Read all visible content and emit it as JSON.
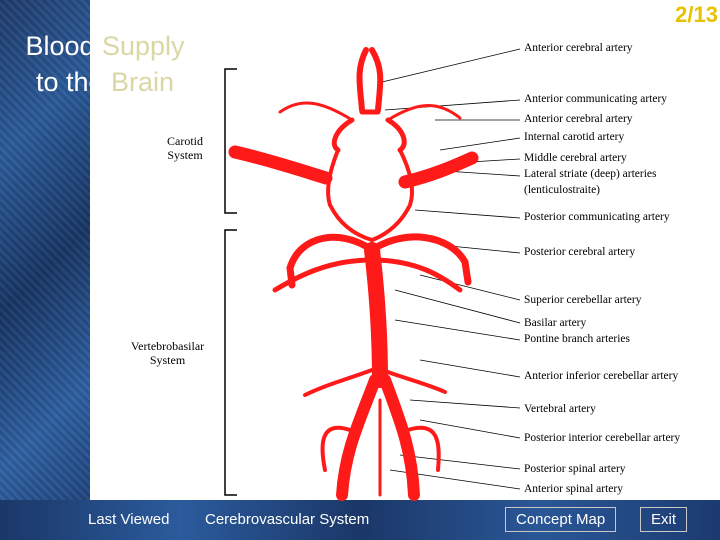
{
  "slide": {
    "title_plain_1": "Blood ",
    "title_hl_1": "Supply",
    "title_plain_2": "to the ",
    "title_hl_2": "Brain",
    "page_number": "2/13"
  },
  "systems": {
    "carotid": [
      "Carotid",
      "System"
    ],
    "vertebrobasilar": [
      "Vertebrobasilar",
      "System"
    ]
  },
  "labels": [
    "Anterior cerebral artery",
    "Anterior communicating artery",
    "Anterior cerebral artery",
    "Internal carotid artery",
    "Middle cerebral artery",
    "Lateral striate (deep) arteries",
    "(lenticulostraite)",
    "Posterior communicating artery",
    "Posterior cerebral artery",
    "Superior cerebellar artery",
    "Basilar artery",
    "Pontine branch arteries",
    "Anterior inferior cerebellar artery",
    "Vertebral artery",
    "Posterior interior cerebellar artery",
    "Posterior spinal artery",
    "Anterior spinal artery"
  ],
  "nav": {
    "last_viewed": "Last Viewed",
    "cerebrovascular": "Cerebrovascular System",
    "concept_map": "Concept Map",
    "exit": "Exit"
  },
  "colors": {
    "artery": "#ff1a1a",
    "accent_title": "#d9d7a3",
    "page_number": "#e8c200",
    "sidebar": "#23477f"
  }
}
